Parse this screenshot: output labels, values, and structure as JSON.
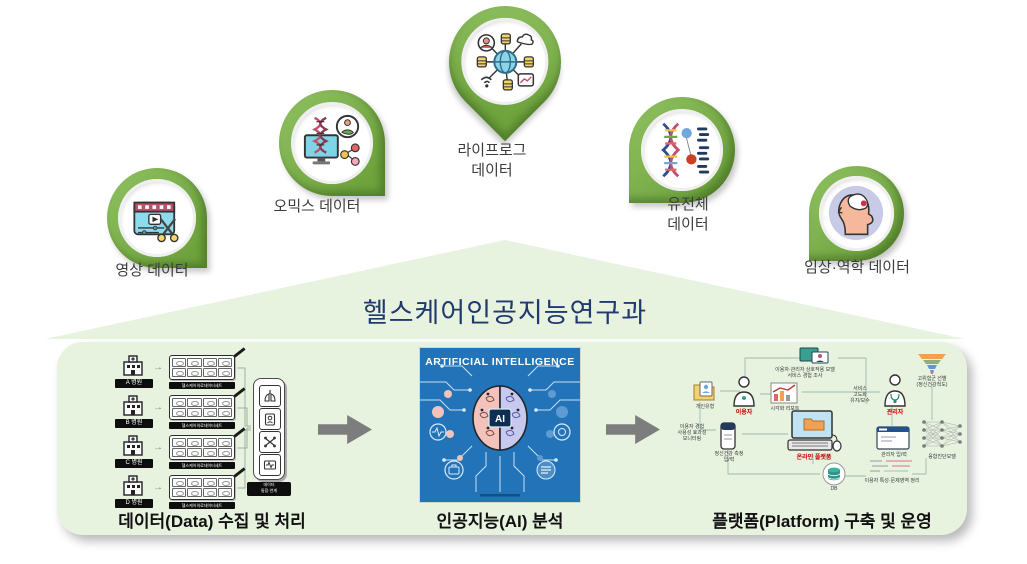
{
  "title": "헬스케어인공지능연구과",
  "colors": {
    "pin_green": "#76ad47",
    "panel_green": "#e7f2df",
    "title_navy": "#203a6e",
    "arrow_gray": "#7d7d7d",
    "ai_blue": "#2373b8"
  },
  "pins": [
    {
      "label": "영상 데이터",
      "icon": "video-editing-icon"
    },
    {
      "label": "오믹스 데이터",
      "icon": "omics-data-icon"
    },
    {
      "label": "라이프로그\n데이터",
      "icon": "lifelog-network-icon"
    },
    {
      "label": "유전체\n데이터",
      "icon": "genome-dna-icon"
    },
    {
      "label": "임상·역학 데이터",
      "icon": "clinical-head-icon"
    }
  ],
  "stages": {
    "stage1": {
      "label": "데이터(Data) 수집 및 처리",
      "hospitals": [
        {
          "name": "A 병원"
        },
        {
          "name": "B 병원"
        },
        {
          "name": "C 병원"
        },
        {
          "name": "D 병원"
        }
      ],
      "emr_caption": "헬스케어의료데이터세트",
      "hub_caption": "데이터\n통합·연계"
    },
    "stage2": {
      "label": "인공지능(AI) 분석",
      "banner": "ARTIFICIAL INTELLIGENCE",
      "chip": "AI"
    },
    "stage3": {
      "label": "플랫폼(Platform) 구축 및 운영",
      "nodes": {
        "screens_caption": "이용자·관리자 상호작용 모델\n서비스 경험 조사",
        "profile": "개인유형",
        "user": "이용자",
        "viz": "시각화 리포트",
        "maintain": "서비스\n고도화\n유지/보수",
        "admin": "관리자",
        "funnel": "고위험군 선별\n(정신건강척도)",
        "monitor": "이용자 경험\n사용성 효과성\n모니터링",
        "measure": "정신건강 측정\n입/력",
        "platform": "온라인 플랫폼",
        "admin_io": "관리자 입/력",
        "model": "융합진단모델",
        "db": "DB",
        "analysis": "이용자 특성·문제영역 정리"
      }
    }
  }
}
